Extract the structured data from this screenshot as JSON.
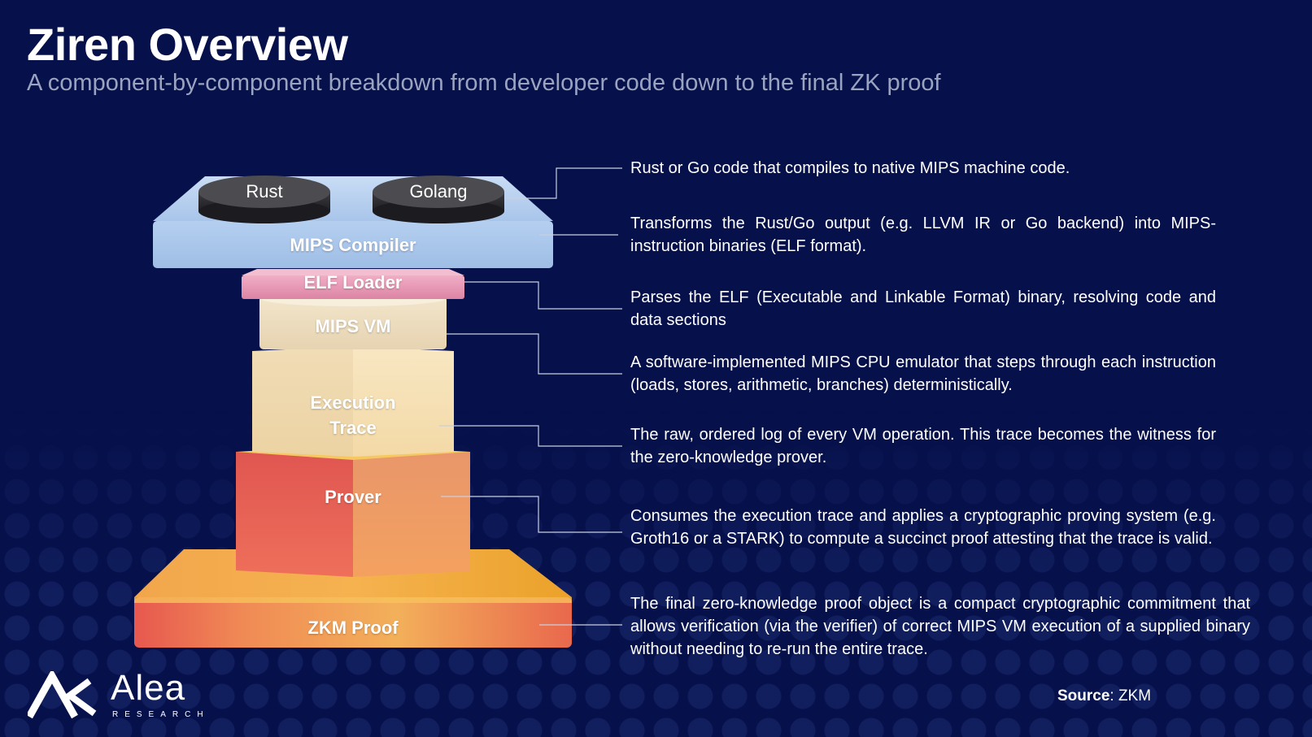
{
  "header": {
    "title": "Ziren Overview",
    "subtitle": "A component-by-component breakdown from developer code down to the final ZK proof"
  },
  "stack": {
    "languages": [
      "Rust",
      "Golang"
    ],
    "layers": [
      {
        "label": "MIPS Compiler",
        "color": "#a9c8ec"
      },
      {
        "label": "ELF Loader",
        "color": "#e896b3"
      },
      {
        "label": "MIPS VM",
        "color": "#efe0c4"
      },
      {
        "label": "Execution",
        "label2": "Trace",
        "color": "#f6dcaa"
      },
      {
        "label": "Prover",
        "color": "#e36660"
      },
      {
        "label": "ZKM Proof",
        "color": "#f0a04a"
      }
    ]
  },
  "descriptions": [
    "Rust or Go code that compiles to native MIPS machine code.",
    "Transforms the Rust/Go output (e.g. LLVM IR or Go backend) into MIPS-instruction binaries (ELF format).",
    "Parses the ELF (Executable and Linkable Format) binary, resolving code and data sections",
    "A software-implemented MIPS CPU emulator that steps through each instruction (loads, stores, arithmetic, branches) deterministically.",
    "The raw, ordered log of every VM operation. This trace becomes the witness for the zero-knowledge prover.",
    "Consumes the execution trace and applies a cryptographic proving system (e.g. Groth16 or a STARK) to compute a succinct proof attesting that the trace is valid.",
    "The final zero-knowledge proof object is a compact cryptographic commitment that allows verification (via the verifier) of correct MIPS VM execution of a supplied binary without needing to re-run the entire trace."
  ],
  "logo": {
    "word": "Alea",
    "sub": "RESEARCH",
    "icon": "alea-logo-icon"
  },
  "source": {
    "label": "Source",
    "value": "ZKM"
  },
  "colors": {
    "background": "#06104a",
    "subtitle": "#9aa3bf",
    "connector": "#c9cfe0"
  }
}
